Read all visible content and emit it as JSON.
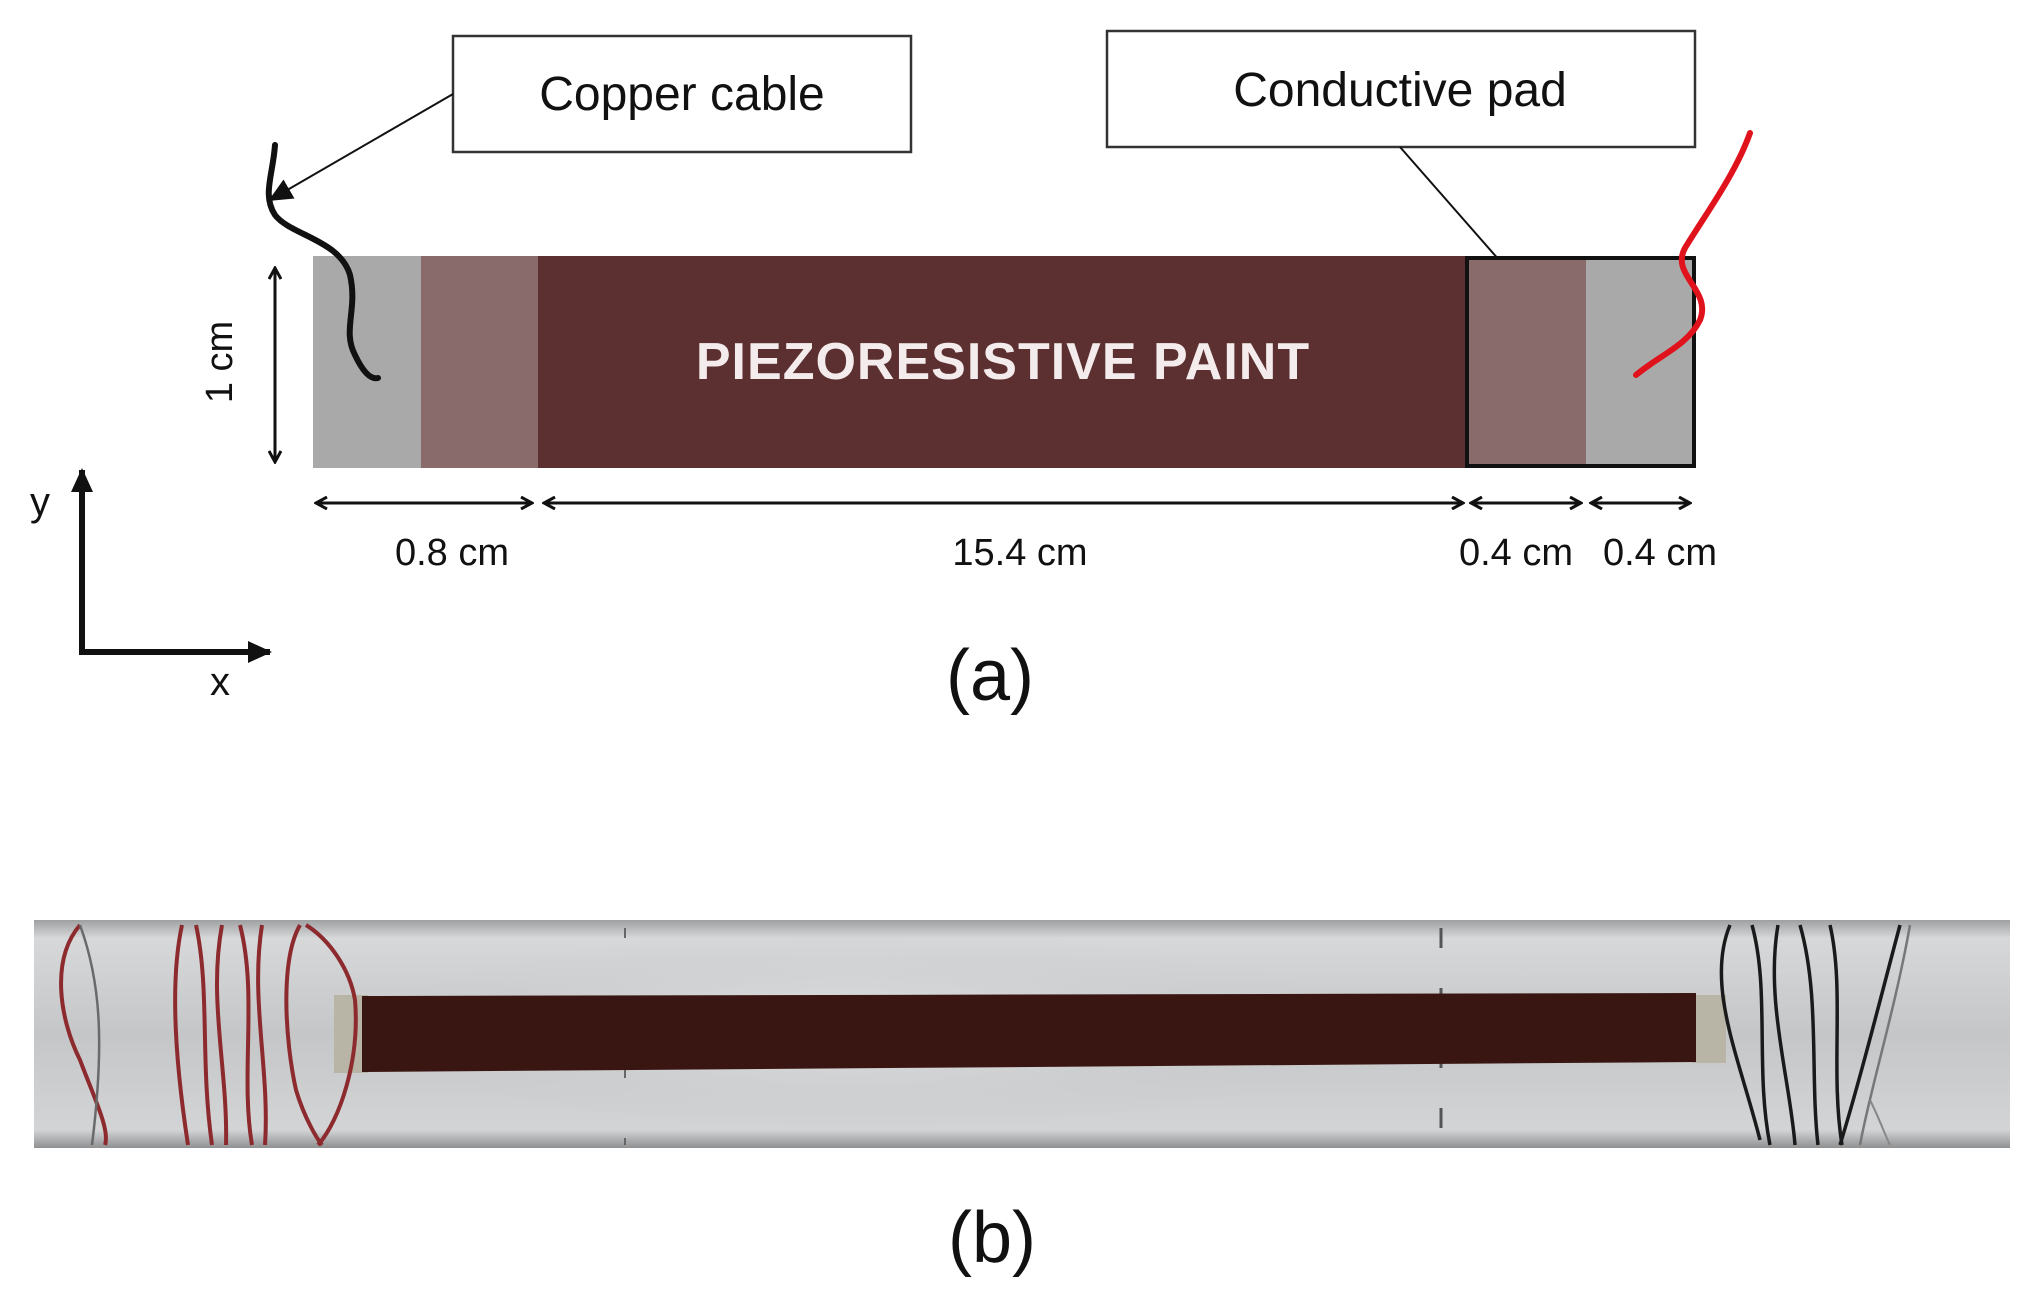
{
  "diagram_a": {
    "callouts": {
      "copper_cable": "Copper cable",
      "conductive_pad": "Conductive pad"
    },
    "strip_label": "PIEZORESISTIVE PAINT",
    "height_dimension": "1 cm",
    "width_dimensions": [
      "0.8 cm",
      "15.4 cm",
      "0.4 cm",
      "0.4 cm"
    ],
    "axes": {
      "y": "y",
      "x": "x"
    },
    "panel_label": "(a)",
    "colors": {
      "paint": "#5c2f31",
      "pad": "#8a6b6c",
      "substrate": "#a9a9a9",
      "cable_left": "#111111",
      "cable_right": "#e0121b"
    }
  },
  "photo_b": {
    "panel_label": "(b)",
    "colors": {
      "aluminium": "#c9cbcc",
      "paint": "#3a1612",
      "red_wire": "#8c2a2e",
      "black_wire": "#1a1a1a"
    }
  }
}
